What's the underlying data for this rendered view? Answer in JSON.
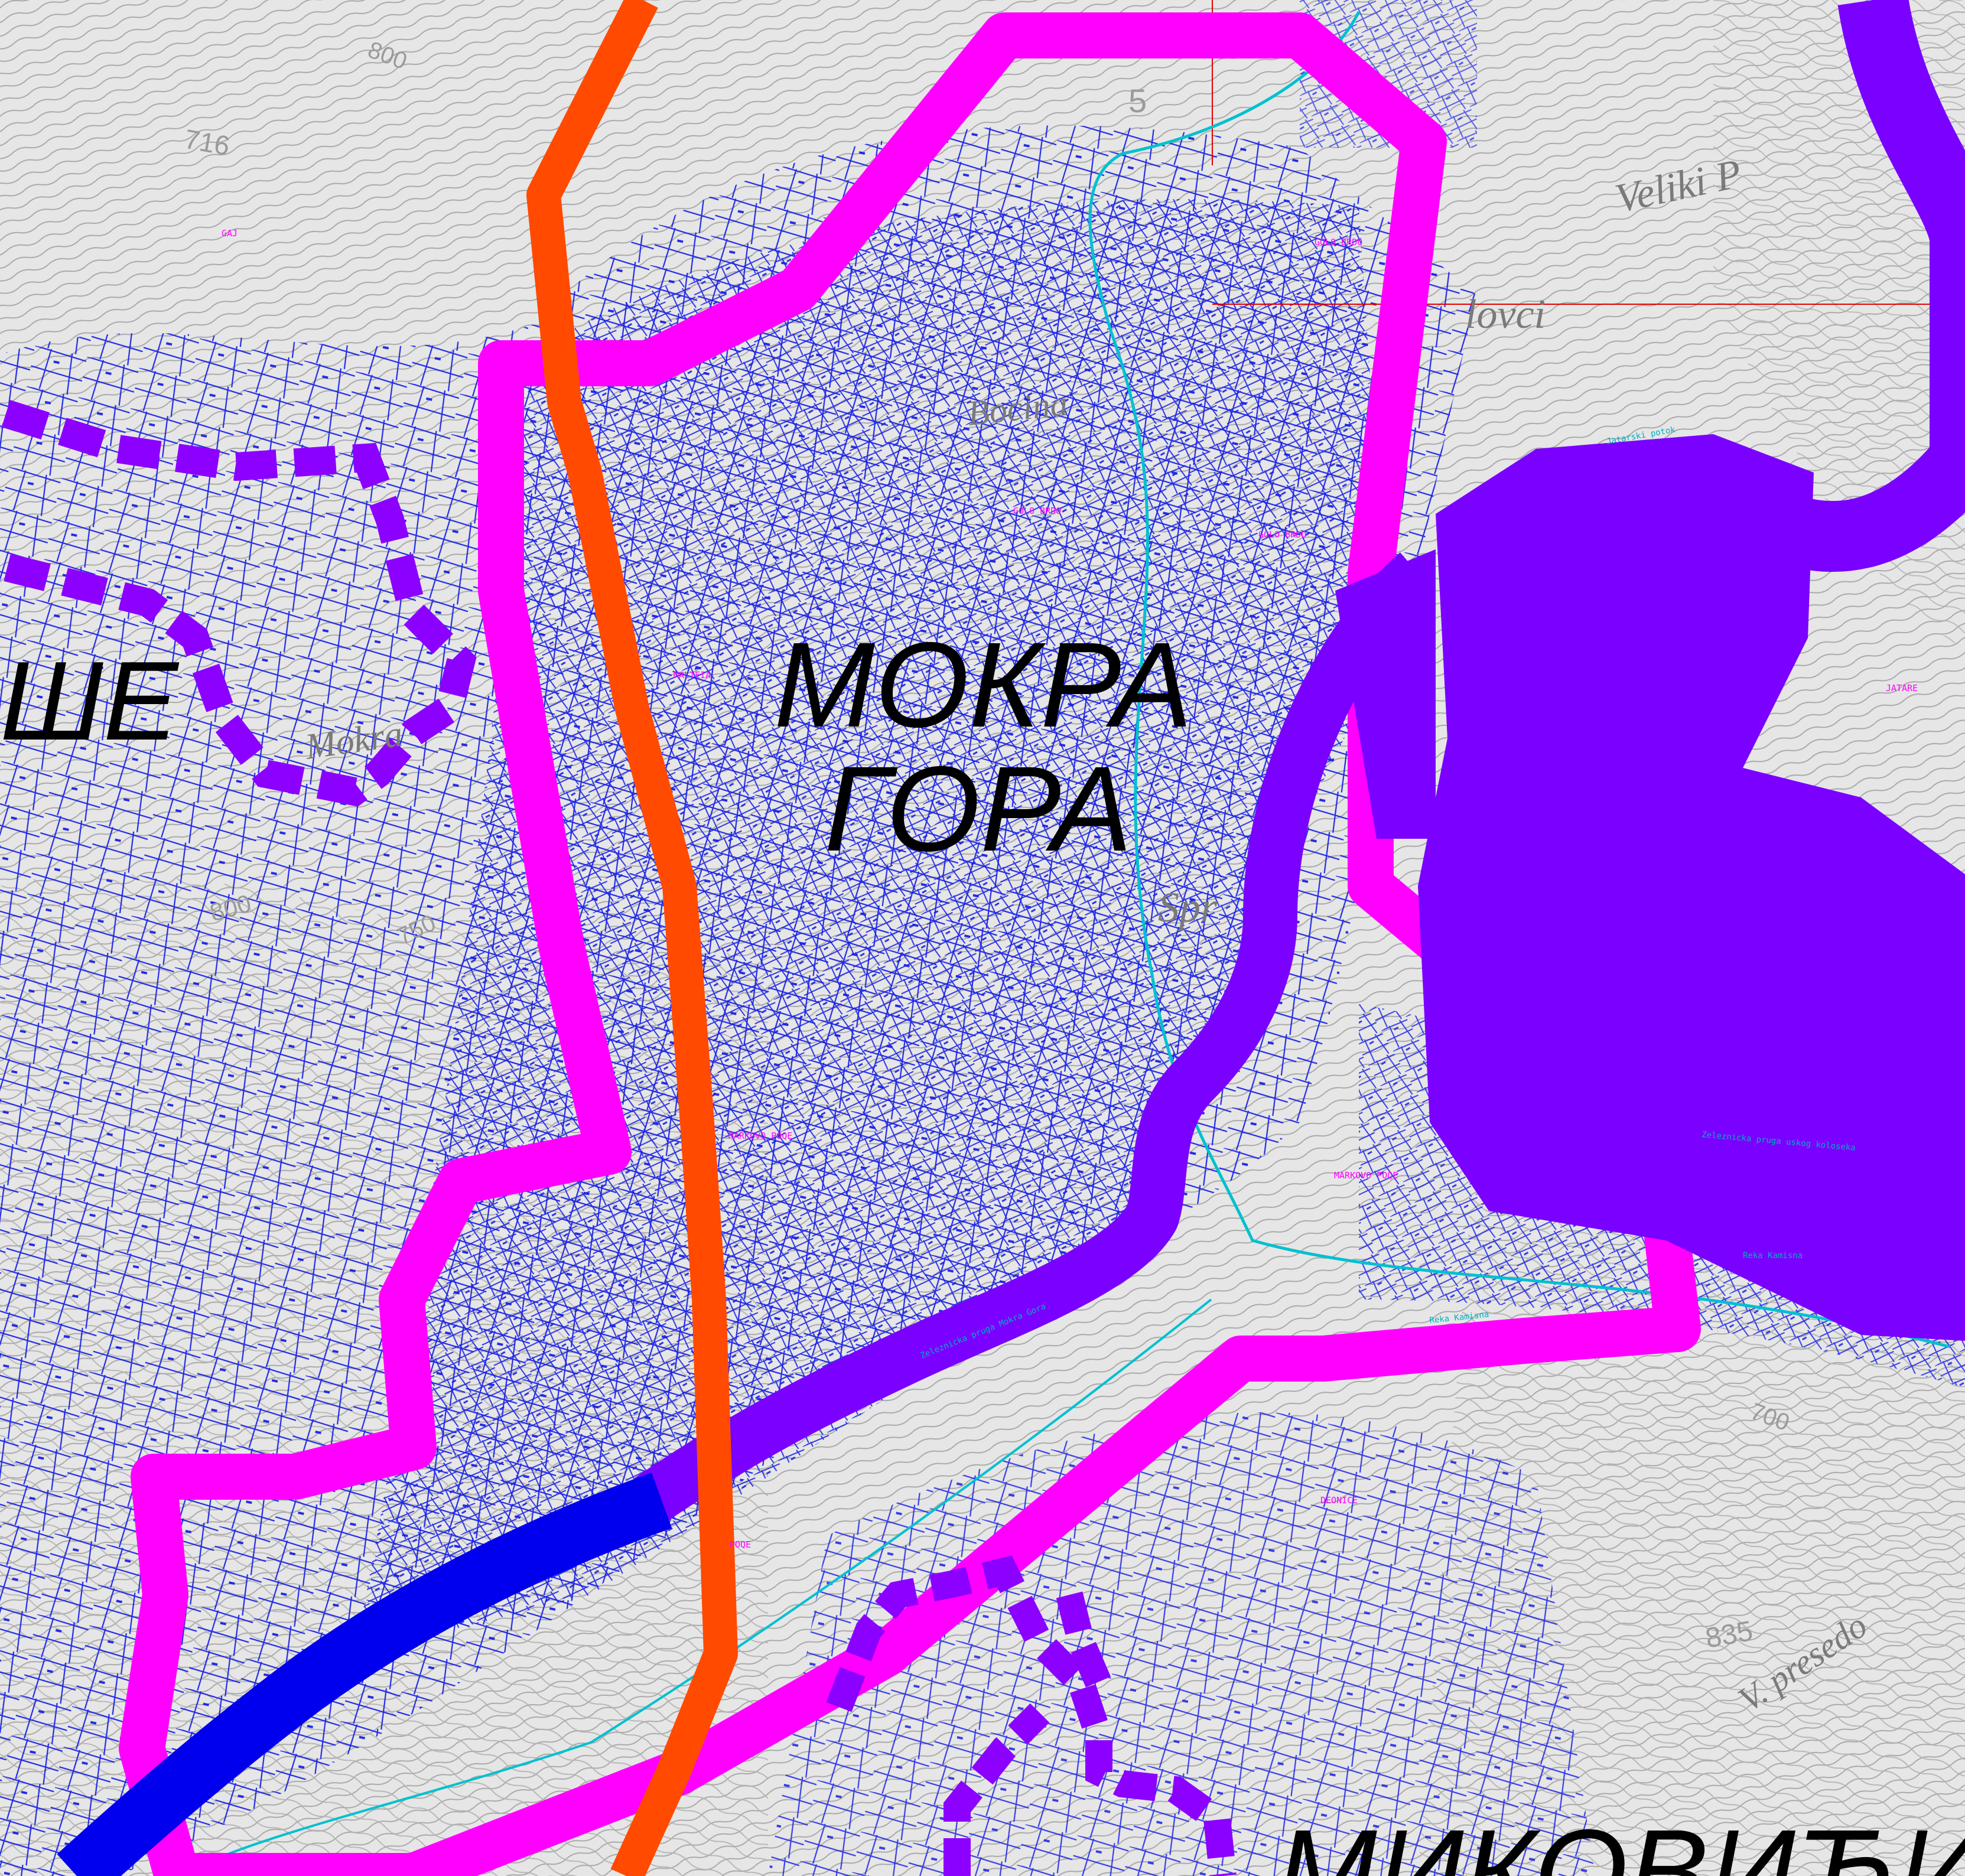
{
  "colors": {
    "background": "#ffffff",
    "hillshade": "#d6d6d6",
    "contour": "#a0a0a0",
    "parcel": "#1a22e6",
    "magenta_zone": "#ff00ff",
    "orange_corridor": "#ff4a00",
    "violet_corridor": "#8b00ff",
    "violet_area": "#7a00ff",
    "blue_corridor": "#0000ee",
    "river": "#00c0d0",
    "grid_red": "#e00000",
    "label_black": "#000000",
    "label_magenta": "#ff00ff"
  },
  "labels": {
    "mokra": "МОКРА",
    "gora": "ГОРА",
    "mikovici": "МИКОВИЋИ",
    "left_partial": "ШЕ"
  },
  "locality_labels": {
    "gaj": "GAJ",
    "golo_brdo_1": "GOLO BRDO",
    "golo_brdo_2": "GOLO BRDO",
    "golo_brdo_3": "GOLO BRDO",
    "malteia": "MALTEIA",
    "markovo_poqe_1": "MARKOVO POQE",
    "markovo_poqe_2": "MARKOVO POQE",
    "poqe": "POQE",
    "deonice": "DEONICE",
    "jatare": "JATARE"
  },
  "feature_labels": {
    "jatarski_potok": "Jatarski potok",
    "railway": "Zeleznicka pruga uskog koloseka",
    "railway_2": "Zeleznicka pruga Mokra Gora",
    "reka_kamisna_1": "Reka Kamisna",
    "reka_kamisna_2": "Reka Kamisna"
  },
  "topo_labels": {
    "veliki": "Veliki P",
    "lovci": "lovci",
    "spr": "Spr",
    "mokra_topo": "Mokra",
    "presedo": "V. presedo",
    "bocina": "Bocina"
  },
  "elevations": {
    "e716": "716",
    "e800a": "800",
    "e800b": "800",
    "e750": "750",
    "e835": "835",
    "e700": "700",
    "e5": "5"
  }
}
